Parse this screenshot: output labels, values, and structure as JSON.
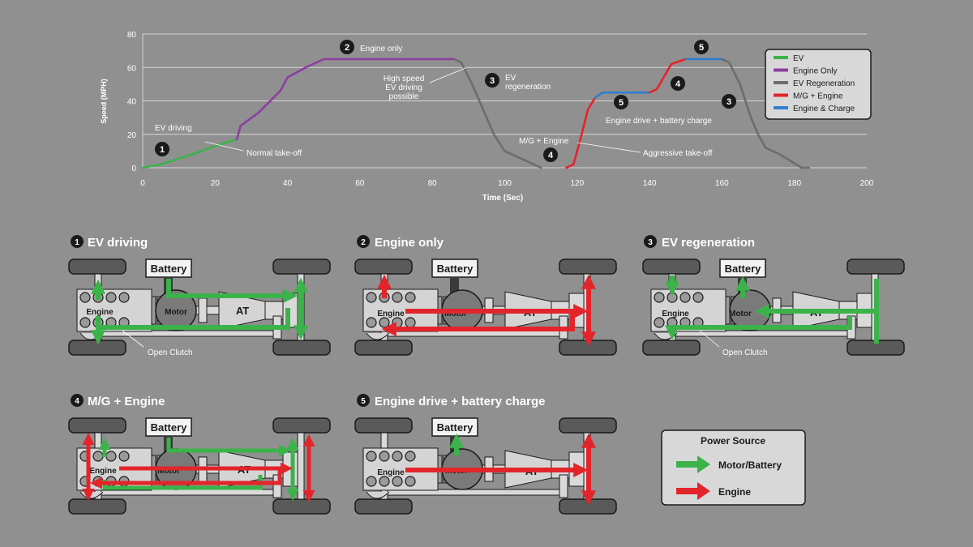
{
  "chart_data": {
    "type": "line",
    "xlabel": "Time (Sec)",
    "ylabel": "Speed (MPH)",
    "xlim": [
      0,
      200
    ],
    "ylim": [
      0,
      80
    ],
    "x_ticks": [
      "0",
      "20",
      "40",
      "60",
      "80",
      "100",
      "120",
      "140",
      "160",
      "180",
      "200"
    ],
    "y_ticks": [
      "0",
      "20",
      "40",
      "60",
      "80"
    ],
    "grid": true,
    "legend_position": "top-right",
    "series": [
      {
        "name": "EV",
        "color": "#3bb34a",
        "points": [
          [
            0,
            0
          ],
          [
            5,
            2
          ],
          [
            10,
            5.5
          ],
          [
            15,
            9
          ],
          [
            20,
            13
          ],
          [
            26,
            17
          ]
        ]
      },
      {
        "name": "Engine Only",
        "color": "#8b3fa0",
        "points": [
          [
            26,
            17
          ],
          [
            27,
            25
          ],
          [
            32,
            33
          ],
          [
            38,
            46
          ],
          [
            40,
            54
          ],
          [
            45,
            60
          ],
          [
            50,
            65
          ],
          [
            60,
            65
          ],
          [
            70,
            65
          ],
          [
            80,
            65
          ],
          [
            86,
            65
          ]
        ]
      },
      {
        "name": "EV Regeneration",
        "color": "#6d6d6d",
        "points": [
          [
            86,
            65
          ],
          [
            88,
            63
          ],
          [
            91,
            50
          ],
          [
            94,
            35
          ],
          [
            97,
            20
          ],
          [
            100,
            10
          ],
          [
            104,
            6
          ],
          [
            110,
            0
          ]
        ]
      },
      {
        "name": "M/G + Engine",
        "color": "#e3242b",
        "points": [
          [
            117,
            0
          ],
          [
            119,
            2
          ],
          [
            121,
            18
          ],
          [
            123,
            35
          ],
          [
            125,
            42
          ]
        ]
      },
      {
        "name": "Engine & Charge",
        "color": "#2f7fd0",
        "points": [
          [
            125,
            42
          ],
          [
            127,
            45
          ],
          [
            140,
            45
          ]
        ]
      },
      {
        "name": "M/G + Engine",
        "color": "#e3242b",
        "points": [
          [
            140,
            45
          ],
          [
            142,
            47
          ],
          [
            146,
            62
          ],
          [
            150,
            65
          ]
        ]
      },
      {
        "name": "Engine & Charge",
        "color": "#2f7fd0",
        "points": [
          [
            150,
            65
          ],
          [
            160,
            65
          ]
        ]
      },
      {
        "name": "EV Regeneration",
        "color": "#6d6d6d",
        "points": [
          [
            160,
            65
          ],
          [
            162,
            63
          ],
          [
            165,
            50
          ],
          [
            168,
            30
          ],
          [
            170,
            20
          ],
          [
            172,
            12
          ],
          [
            176,
            8
          ],
          [
            182,
            0
          ],
          [
            184,
            0
          ]
        ]
      }
    ],
    "legend": [
      {
        "label": "EV",
        "color": "#3bb34a"
      },
      {
        "label": "Engine Only",
        "color": "#8b3fa0"
      },
      {
        "label": "EV Regeneration",
        "color": "#6d6d6d"
      },
      {
        "label": "M/G + Engine",
        "color": "#e3242b"
      },
      {
        "label": "Engine & Charge",
        "color": "#2f7fd0"
      }
    ],
    "annotations": {
      "ev_driving": "EV driving",
      "normal_takeoff": "Normal take-off",
      "engine_only": "Engine only",
      "high_speed": [
        "High speed",
        "EV driving",
        "possible"
      ],
      "ev_regeneration": [
        "EV",
        "regeneration"
      ],
      "mg_engine": "M/G + Engine",
      "aggressive_takeoff": "Aggressive take-off",
      "engine_drive_charge": "Engine drive + battery charge"
    }
  },
  "panels": [
    {
      "num": "1",
      "title": "EV driving",
      "note": "Open Clutch"
    },
    {
      "num": "2",
      "title": "Engine only"
    },
    {
      "num": "3",
      "title": "EV regeneration",
      "note": "Open Clutch"
    },
    {
      "num": "4",
      "title": "M/G + Engine"
    },
    {
      "num": "5",
      "title": "Engine drive + battery charge"
    }
  ],
  "component_labels": {
    "battery": "Battery",
    "engine": "Engine",
    "motor": "Motor",
    "at": "AT"
  },
  "power_source_legend": {
    "title": "Power Source",
    "items": [
      {
        "label": "Motor/Battery",
        "color": "#3bb34a"
      },
      {
        "label": "Engine",
        "color": "#e3242b"
      }
    ]
  }
}
